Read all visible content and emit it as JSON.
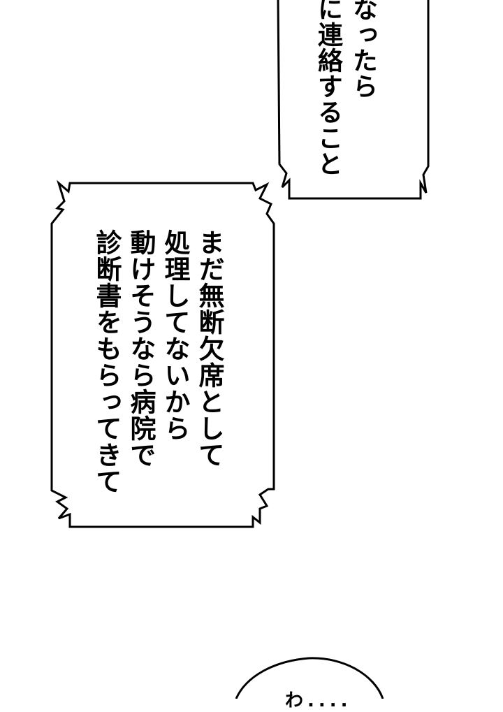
{
  "page": {
    "background": "#ffffff",
    "stroke_color": "#000000"
  },
  "narration_top": {
    "lines": [
      "なったら",
      "に連絡すること"
    ]
  },
  "narration_middle": {
    "lines": [
      "まだ無断欠席として",
      "処理してないから",
      "動けそうなら病院で",
      "診断書をもらってきて"
    ]
  },
  "speech_bubble_bottom": {
    "text": "わ...."
  }
}
